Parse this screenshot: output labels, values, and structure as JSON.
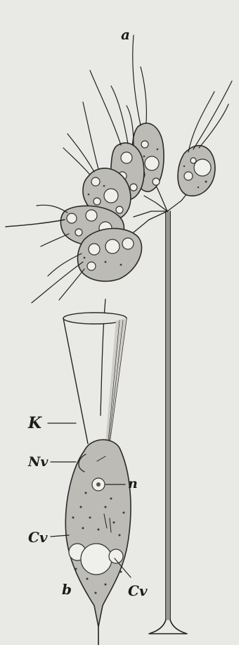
{
  "labels": {
    "a": "a",
    "b": "b",
    "K": "K",
    "Nv": "Nv",
    "n": "n",
    "Cv_left": "Cv",
    "Cv_right": "Cv"
  },
  "colors": {
    "paper": "#e9e9e6",
    "ink": "#222222",
    "cell_fill": "#bdbbb6"
  }
}
